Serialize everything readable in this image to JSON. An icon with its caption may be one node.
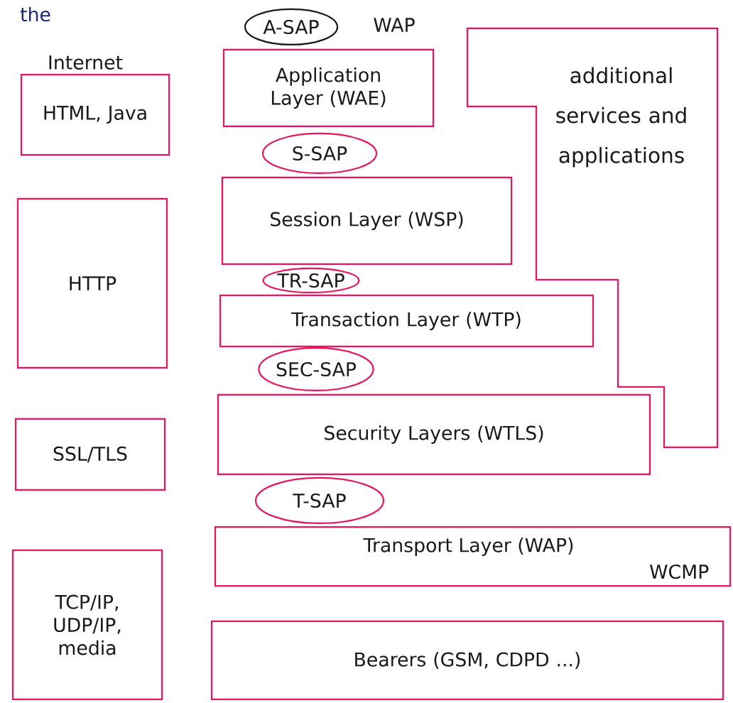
{
  "diagram": {
    "nodes": [
      {
        "text": [
          "HTML, Java"
        ]
      },
      {
        "text": [
          "HTTP"
        ]
      },
      {
        "text": [
          "SSL/TLS"
        ]
      },
      {
        "text": [
          "TCP/IP, UDP/IP, media"
        ]
      },
      {
        "text": [
          "A-SAP"
        ]
      },
      {
        "text": [
          "Application Layer (WAE)"
        ]
      },
      {
        "text": [
          "additional services and applications"
        ]
      },
      {
        "text": [
          "S-SAP"
        ]
      },
      {
        "text": [
          "Session Layer (WSP)"
        ]
      },
      {
        "text": [
          "TR-SAP"
        ]
      },
      {
        "text": [
          "Transaction Layer (WTP)"
        ]
      },
      {
        "text": [
          "SEC-SAP"
        ]
      },
      {
        "text": [
          "Security Layers (WTLS)"
        ]
      },
      {
        "text": [
          "T-SAP"
        ]
      },
      {
        "text": [
          "Transport Layer (WAP)",
          "WCMP"
        ]
      },
      {
        "text": [
          "Bearers (GSM, CDPD ...)"
        ]
      }
    ],
    "labels": [
      "the",
      "Internet",
      "WAP"
    ]
  }
}
